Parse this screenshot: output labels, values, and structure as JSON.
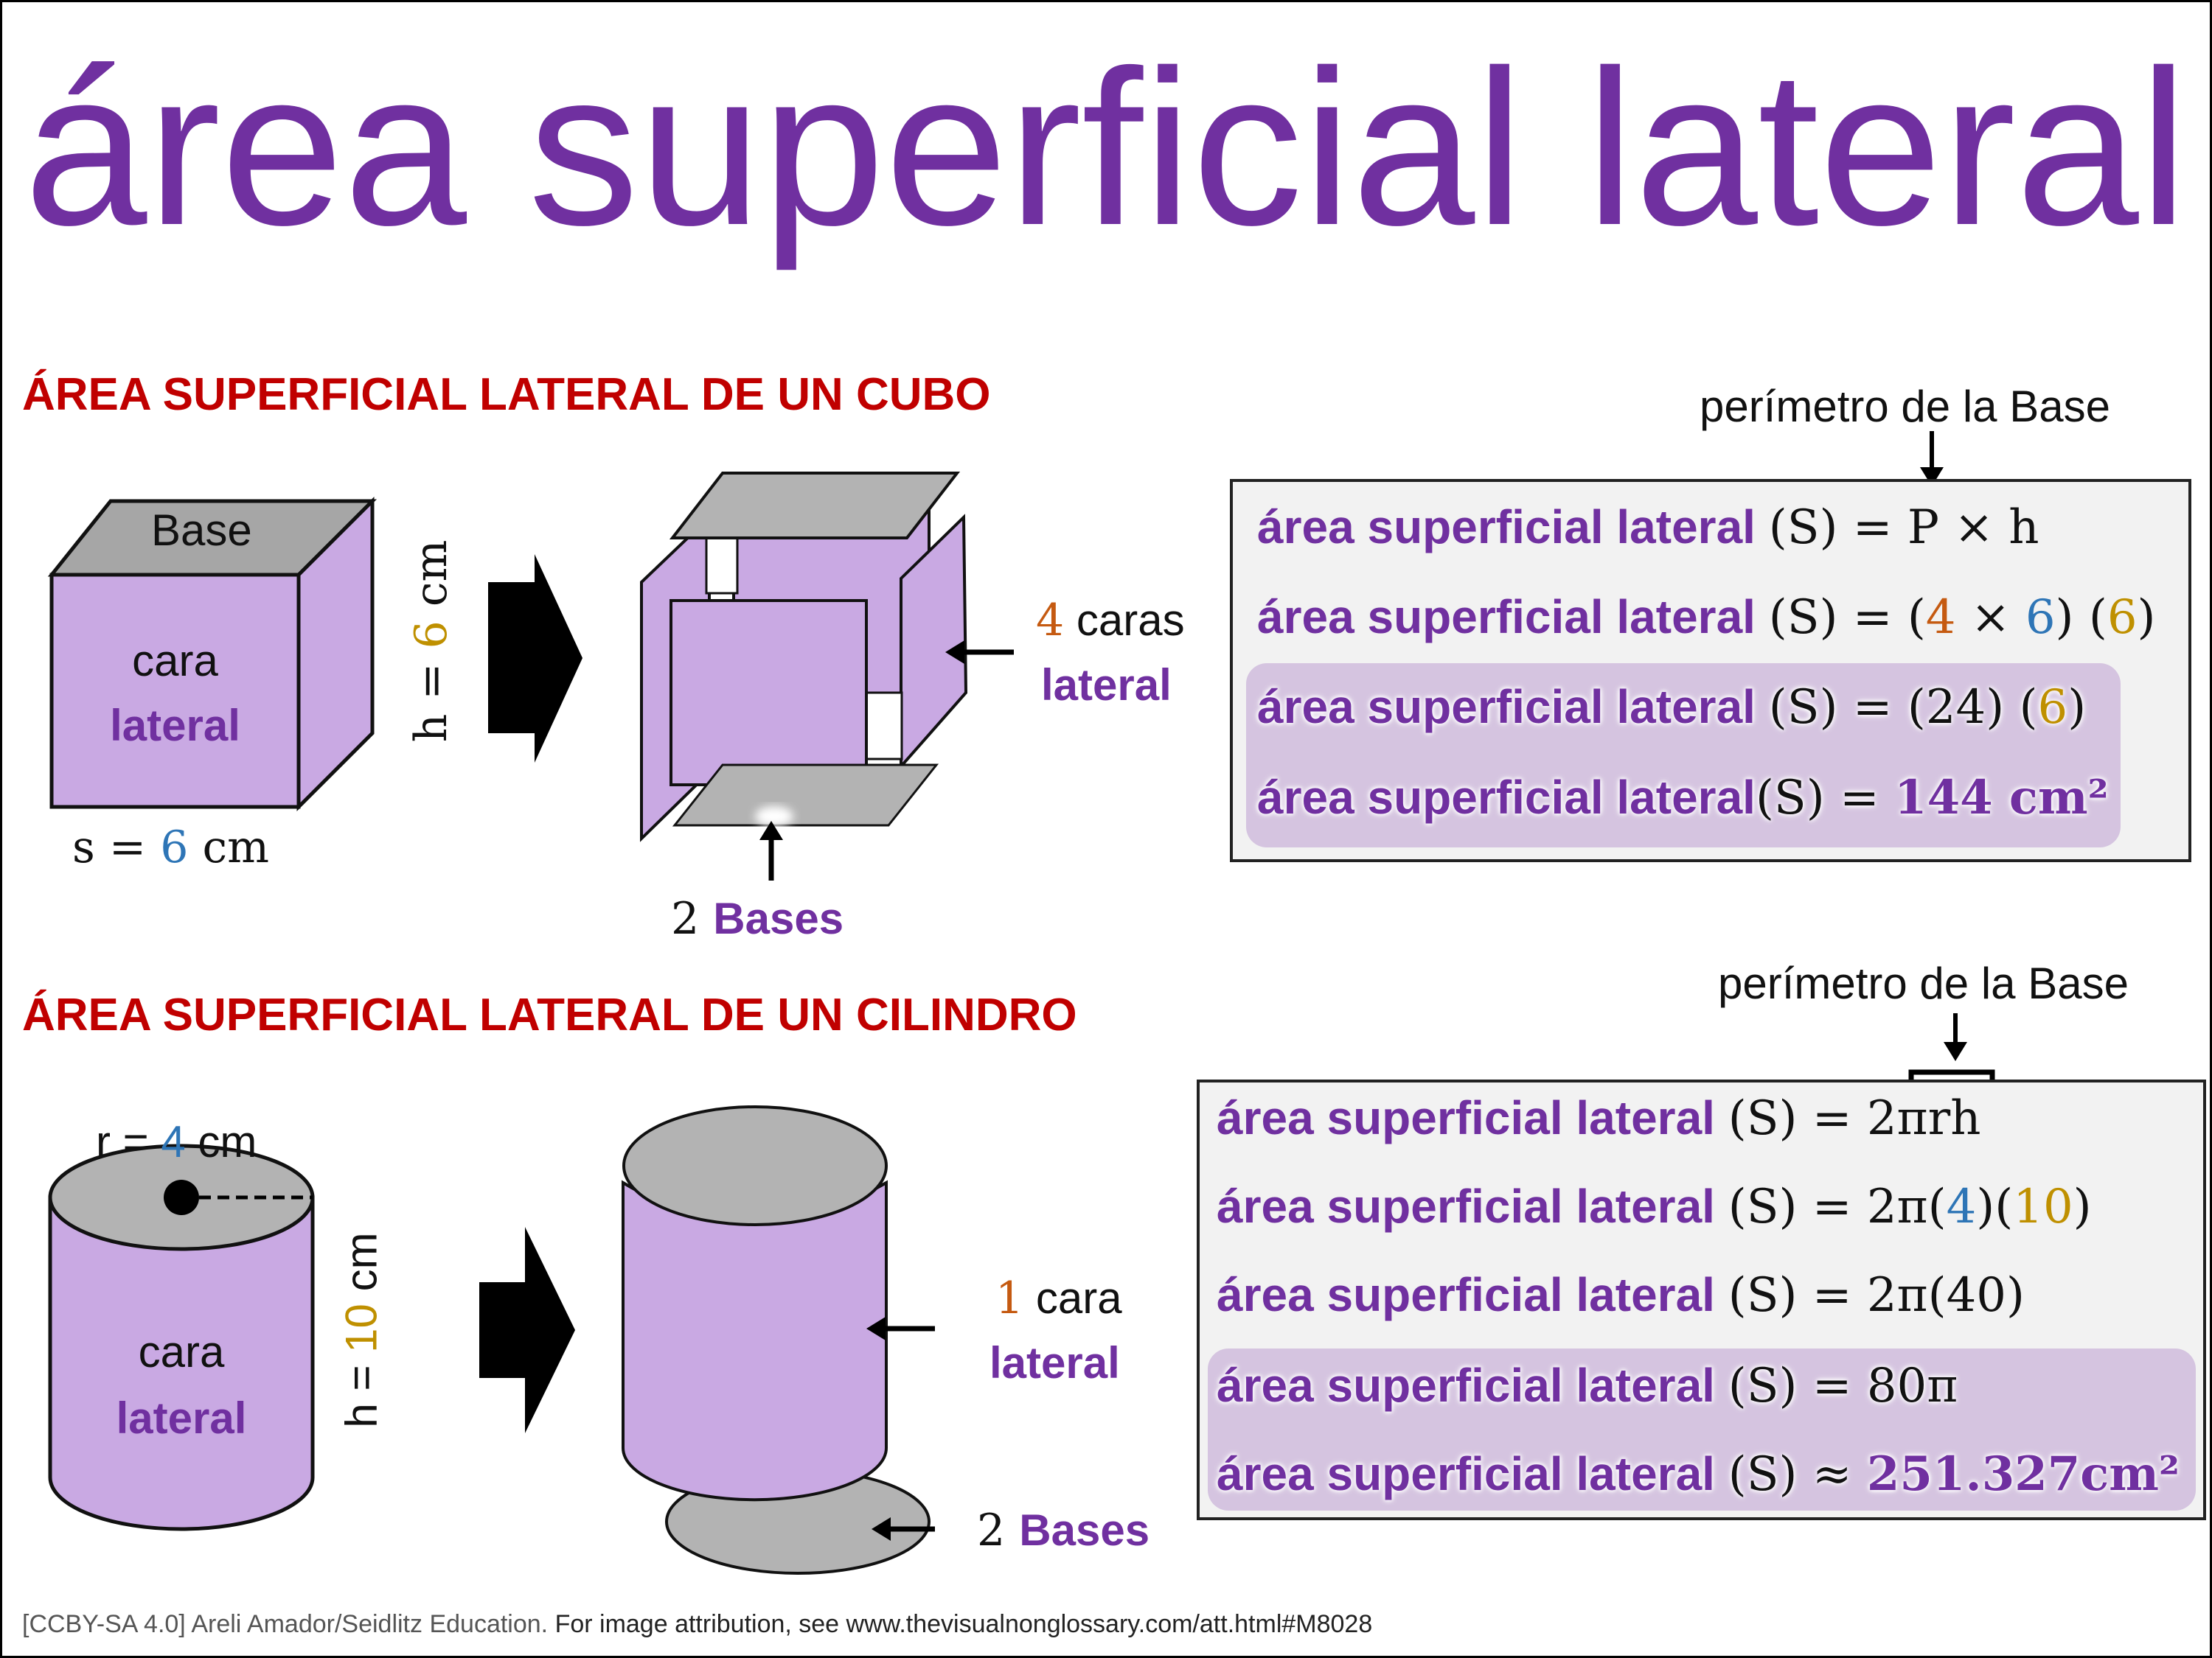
{
  "title": "área superficial lateral",
  "cube": {
    "heading": "ÁREA SUPERFICIAL LATERAL DE UN CUBO",
    "base_label": "Base",
    "face_word1": "cara",
    "face_word2": "lateral",
    "side_prefix": "s = ",
    "side_value": "6",
    "side_unit": " cm",
    "height_prefix": "h = ",
    "height_value": "6",
    "height_unit": " cm",
    "faces_count": "4",
    "faces_word": " caras",
    "faces_word2": "lateral",
    "bases_count": "2 ",
    "bases_word": "Bases",
    "perimeter_label": "perímetro de la Base",
    "equations": [
      {
        "words": "área superficial lateral ",
        "math": "(S) = P × h"
      },
      {
        "words": "área superficial lateral ",
        "math_a": "(S) = (",
        "n1": "4",
        "math_b": " × ",
        "n2": "6",
        "math_c": ") (",
        "n3": "6",
        "math_d": ")"
      },
      {
        "words": "área superficial lateral ",
        "math_a": "(S) = (24) (",
        "n3": "6",
        "math_d": ")"
      },
      {
        "words": "área superficial lateral",
        "math_a": "(S) = ",
        "result": "144 cm²"
      }
    ]
  },
  "cylinder": {
    "heading": "ÁREA SUPERFICIAL LATERAL DE UN CILINDRO",
    "radius_prefix": "r = ",
    "radius_value": "4",
    "radius_unit": " cm",
    "height_prefix": "h = ",
    "height_value": "10",
    "height_unit": " cm",
    "face_word1": "cara",
    "face_word2": "lateral",
    "faces_count": "1",
    "faces_word": " cara",
    "faces_word2": "lateral",
    "bases_count": "2 ",
    "bases_word": "Bases",
    "perimeter_label": "perímetro de la Base",
    "equations": [
      {
        "words": "área superficial lateral ",
        "math": "(S) = 2πrh"
      },
      {
        "words": "área superficial lateral ",
        "math_a": "(S) = 2π(",
        "n1": "4",
        "math_b": ")(",
        "n2": "10",
        "math_c": ")"
      },
      {
        "words": "área superficial lateral ",
        "math": "(S) = 2π(40)"
      },
      {
        "words": "área superficial lateral ",
        "math": "(S) = 80π"
      },
      {
        "words": "área superficial lateral ",
        "math_a": "(S) ≈ ",
        "result": "251.327cm²"
      }
    ]
  },
  "credit": {
    "license": "[CCBY-SA 4.0] Areli Amador/Seidlitz Education.",
    "attribution": "  For image attribution, see www.thevisualnonglossary.com/att.html#M8028"
  },
  "colors": {
    "purple": "#7030a0",
    "heading_red": "#c00000",
    "lavender": "#c9a9e3",
    "gray": "#b3b3b3",
    "blue": "#2e75b6",
    "orange": "#c55a11",
    "gold": "#bf9000"
  }
}
